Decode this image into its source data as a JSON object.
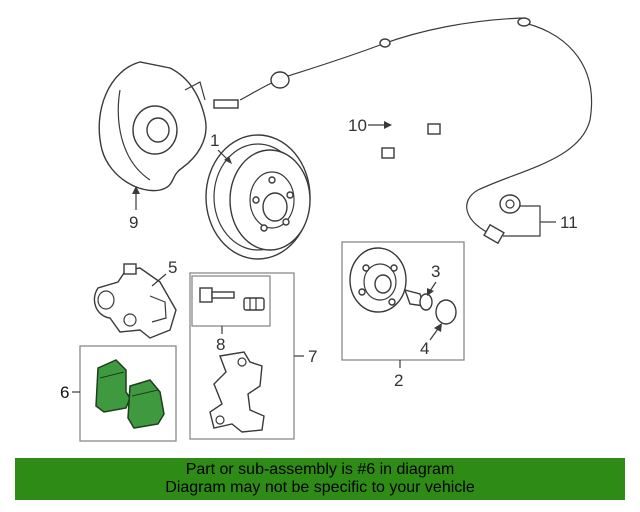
{
  "callouts": {
    "c1": "1",
    "c2": "2",
    "c3": "3",
    "c4": "4",
    "c5": "5",
    "c6": "6",
    "c7": "7",
    "c8": "8",
    "c9": "9",
    "c10": "10",
    "c11": "11"
  },
  "highlight": {
    "part_number": "6",
    "color": "#3f9a3f"
  },
  "banner": {
    "line1": "Part or sub-assembly is #6 in diagram",
    "line2": "Diagram may not be specific to your vehicle",
    "color": "#2e8b16"
  }
}
